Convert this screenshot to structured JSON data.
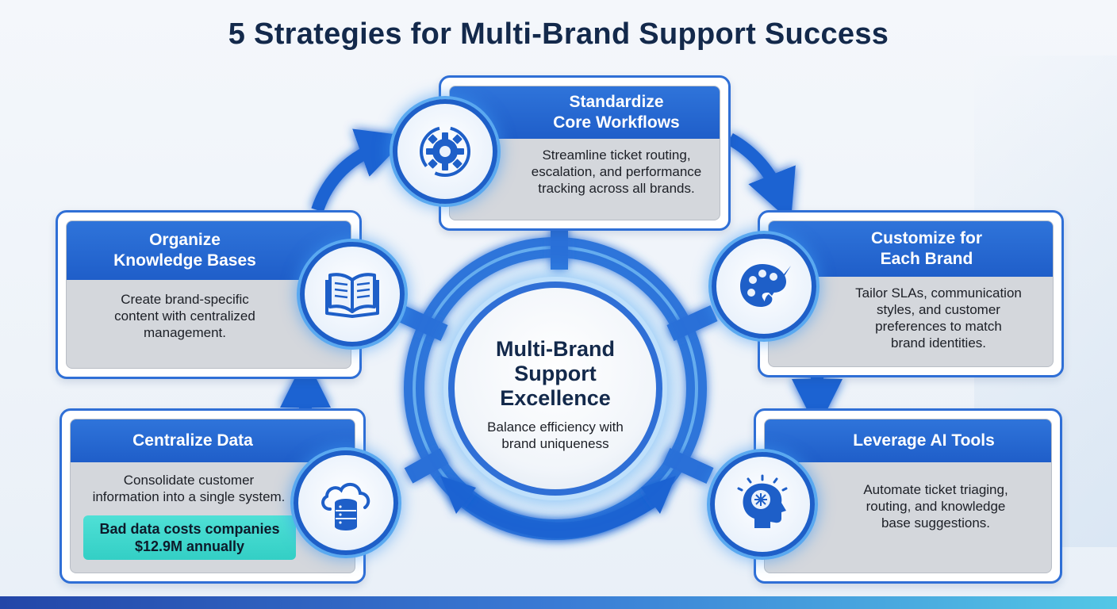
{
  "title": "5 Strategies for Multi-Brand Support Success",
  "center": {
    "title": "Multi-Brand\nSupport\nExcellence",
    "subtitle": "Balance efficiency with\nbrand uniqueness"
  },
  "strategies": [
    {
      "title": "Standardize\nCore Workflows",
      "body": "Streamline ticket routing,\nescalation, and performance\ntracking across all brands.",
      "icon": "gear-icon"
    },
    {
      "title": "Customize for\nEach Brand",
      "body": "Tailor SLAs, communication\nstyles, and customer\npreferences to match\nbrand identities.",
      "icon": "palette-icon"
    },
    {
      "title": "Leverage AI Tools",
      "body": "Automate ticket triaging,\nrouting, and knowledge\nbase suggestions.",
      "icon": "ai-head-icon"
    },
    {
      "title": "Centralize Data",
      "body": "Consolidate customer\ninformation into a single system.",
      "icon": "cloud-database-icon"
    },
    {
      "title": "Organize\nKnowledge Bases",
      "body": "Create brand-specific\ncontent with centralized\nmanagement.",
      "icon": "book-icon"
    }
  ],
  "stat": {
    "text": "Bad data costs companies\n$12.9M annually"
  },
  "colors": {
    "primary": "#2f6fd6",
    "dark": "#13294b",
    "glow": "#5aa9f0",
    "stat": "#33cfc5"
  }
}
